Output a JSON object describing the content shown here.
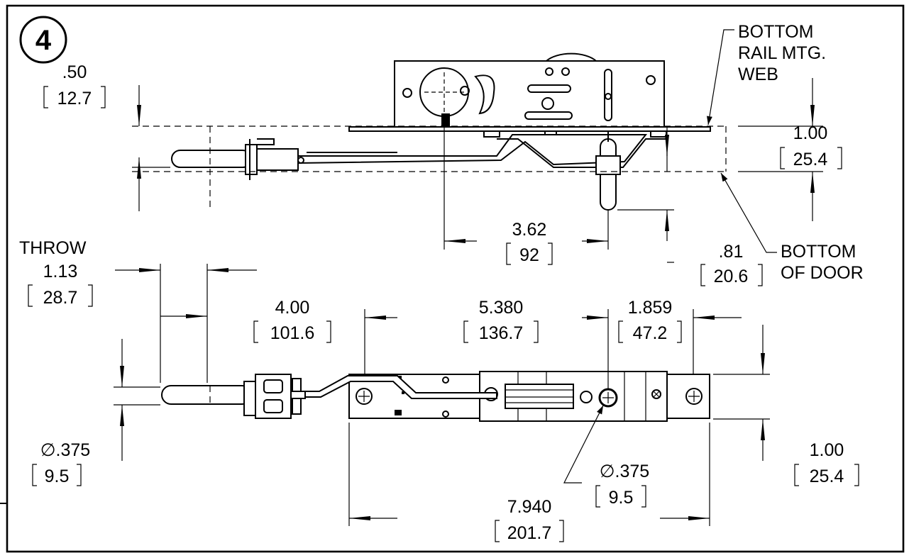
{
  "figure": {
    "number": "4"
  },
  "labels": {
    "bottom_rail": [
      "BOTTOM",
      "RAIL MTG.",
      "WEB"
    ],
    "bottom_door": [
      "BOTTOM",
      "OF DOOR"
    ],
    "throw": "THROW"
  },
  "dimensions": {
    "d050": {
      "in": ".50",
      "mm": "12.7"
    },
    "d100_side": {
      "in": "1.00",
      "mm": "25.4"
    },
    "d362": {
      "in": "3.62",
      "mm": "92"
    },
    "d081": {
      "in": ".81",
      "mm": "20.6"
    },
    "d113": {
      "in": "1.13",
      "mm": "28.7"
    },
    "d400": {
      "in": "4.00",
      "mm": "101.6"
    },
    "d5380": {
      "in": "5.380",
      "mm": "136.7"
    },
    "d1859": {
      "in": "1.859",
      "mm": "47.2"
    },
    "d0375_left": {
      "in": "∅.375",
      "mm": "9.5"
    },
    "d0375_right": {
      "in": "∅.375",
      "mm": "9.5"
    },
    "d100_bottom": {
      "in": "1.00",
      "mm": "25.4"
    },
    "d7940": {
      "in": "7.940",
      "mm": "201.7"
    }
  }
}
